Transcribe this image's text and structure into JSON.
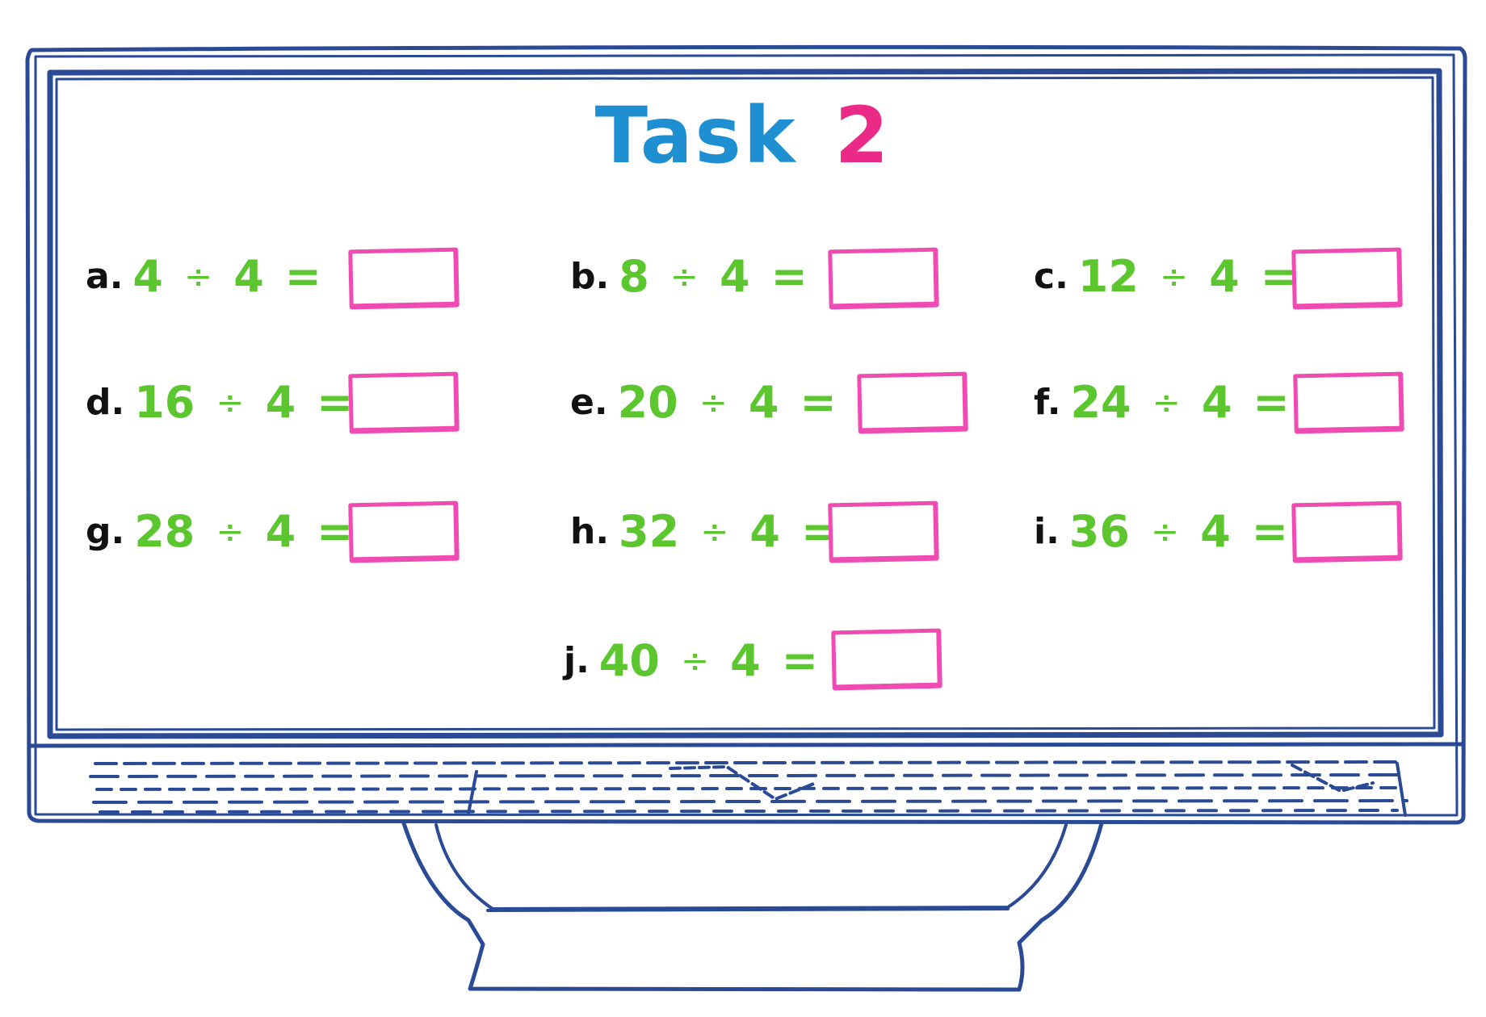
{
  "colors": {
    "frame": "#2b4a96",
    "title_blue": "#1e8fd1",
    "title_pink": "#ea2a86",
    "green": "#5cc62f",
    "box_pink": "#f04bb2"
  },
  "title": {
    "word": "Task",
    "number": "2"
  },
  "problems": [
    {
      "letter": "a.",
      "dividend": "4",
      "operator": "÷",
      "divisor": "4",
      "equals": "="
    },
    {
      "letter": "b.",
      "dividend": "8",
      "operator": "÷",
      "divisor": "4",
      "equals": "="
    },
    {
      "letter": "c.",
      "dividend": "12",
      "operator": "÷",
      "divisor": "4",
      "equals": "="
    },
    {
      "letter": "d.",
      "dividend": "16",
      "operator": "÷",
      "divisor": "4",
      "equals": "="
    },
    {
      "letter": "e.",
      "dividend": "20",
      "operator": "÷",
      "divisor": "4",
      "equals": "="
    },
    {
      "letter": "f.",
      "dividend": "24",
      "operator": "÷",
      "divisor": "4",
      "equals": "="
    },
    {
      "letter": "g.",
      "dividend": "28",
      "operator": "÷",
      "divisor": "4",
      "equals": "="
    },
    {
      "letter": "h.",
      "dividend": "32",
      "operator": "÷",
      "divisor": "4",
      "equals": "="
    },
    {
      "letter": "i.",
      "dividend": "36",
      "operator": "÷",
      "divisor": "4",
      "equals": "="
    },
    {
      "letter": "j.",
      "dividend": "40",
      "operator": "÷",
      "divisor": "4",
      "equals": "="
    }
  ]
}
